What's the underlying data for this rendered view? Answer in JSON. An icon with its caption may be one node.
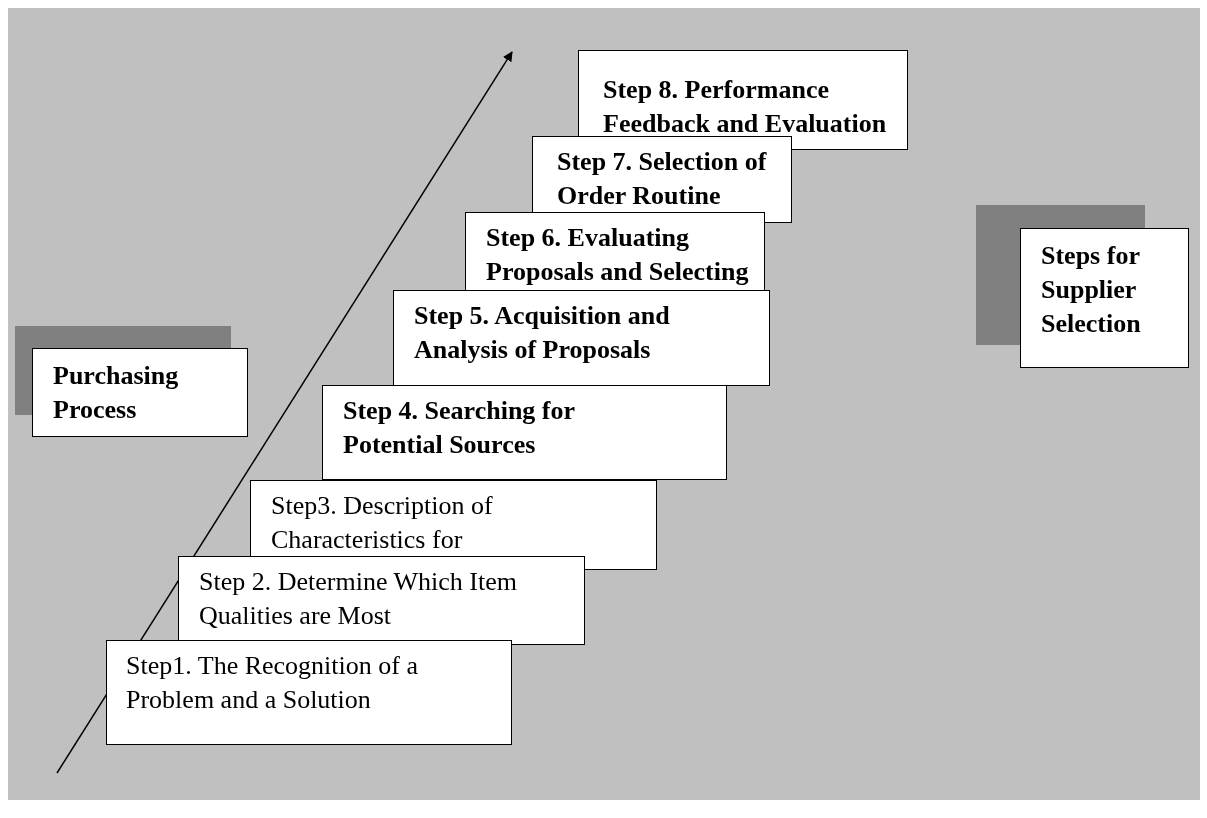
{
  "diagram": {
    "nodes": [
      {
        "text": [
          "Purchasing Process"
        ]
      },
      {
        "text": [
          "Step1. The Recognition of a Problem and a Solution"
        ]
      },
      {
        "text": [
          "Step 2. Determine Which Item Qualities are Most"
        ]
      },
      {
        "text": [
          "Step3. Description of Characteristics for"
        ]
      },
      {
        "text": [
          "Step 4. Searching for Potential Sources"
        ]
      },
      {
        "text": [
          "Step 5. Acquisition and Analysis of Proposals"
        ]
      },
      {
        "text": [
          "Step 6. Evaluating Proposals and Selecting"
        ]
      },
      {
        "text": [
          "Step 7. Selection of Order Routine"
        ]
      },
      {
        "text": [
          "Step 8. Performance Feedback and Evaluation"
        ]
      },
      {
        "text": [
          "Steps for Supplier Selection"
        ]
      }
    ]
  }
}
